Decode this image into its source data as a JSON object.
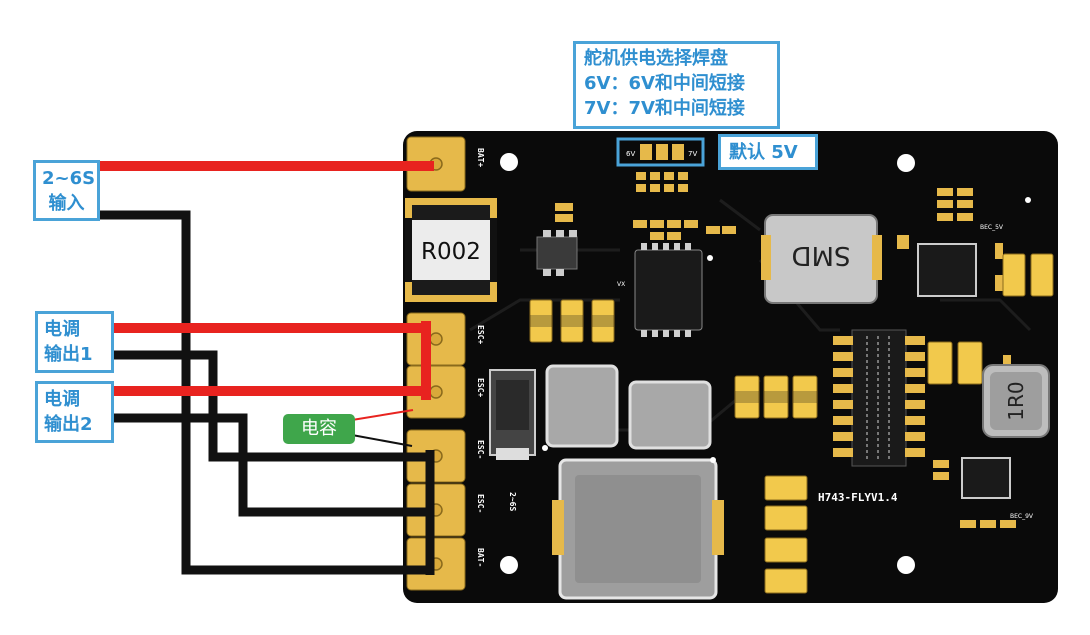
{
  "servo_note": {
    "title": "舵机供电选择焊盘",
    "line_6v": "6V：6V和中间短接",
    "line_7v": "7V：7V和中间短接"
  },
  "default_note": {
    "text": "默认 5V"
  },
  "battery_input_note": {
    "line1": "2~6S",
    "line2": "输入"
  },
  "esc_output_1_note": {
    "line1": "电调",
    "line2": "输出1"
  },
  "esc_output_2_note": {
    "line1": "电调",
    "line2": "输出2"
  },
  "capacitor_label": {
    "text": "电容"
  },
  "board": {
    "pad_labels": {
      "bat_plus": "BAT+",
      "esc_plus_1": "ESC+",
      "esc_plus_2": "ESC+",
      "esc_minus_1": "ESC-",
      "esc_minus_2": "ESC-",
      "bat_minus": "BAT-"
    },
    "voltage_range": "2~6S",
    "shunt_resistor": "R002",
    "inductor_smd": "SMD",
    "inductor_1r0": "1R0",
    "board_name": "H743-FLYV1.4",
    "bec_label_top": "BEC_5V",
    "bec_label_bottom": "BEC_9V",
    "jumper_6v": "6V",
    "jumper_7v": "7V",
    "ic_mark": "VX"
  },
  "colors": {
    "board": "#0a0a0a",
    "gold": "#e6b94a",
    "pad_gold": "#f2c94c",
    "wire_red": "#e8231f",
    "wire_black": "#111111",
    "note_border": "#4aa3d8",
    "note_text": "#2f8fd0",
    "cap_green": "#3fa64b"
  }
}
